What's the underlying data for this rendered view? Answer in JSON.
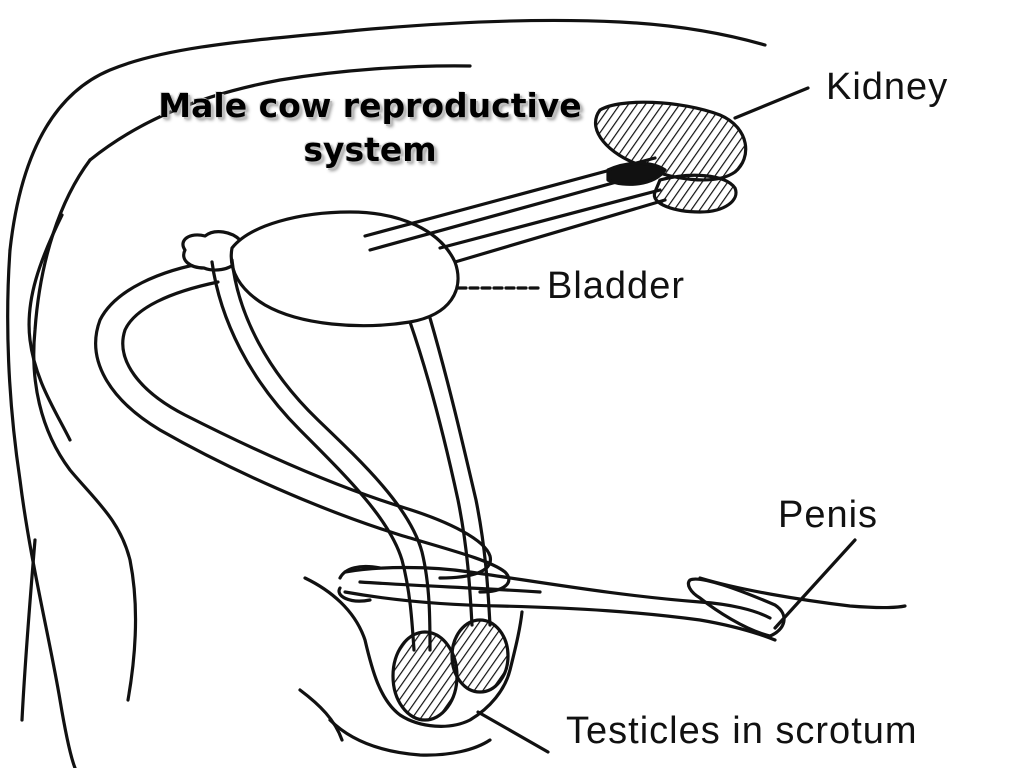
{
  "diagram": {
    "title": "Male cow reproductive\nsystem",
    "labels": {
      "kidney": "Kidney",
      "bladder": "Bladder",
      "penis": "Penis",
      "testicles": "Testicles in scrotum"
    }
  },
  "colors": {
    "line": "#111111",
    "background": "#ffffff",
    "title_shadow": "#bdbdbd"
  }
}
